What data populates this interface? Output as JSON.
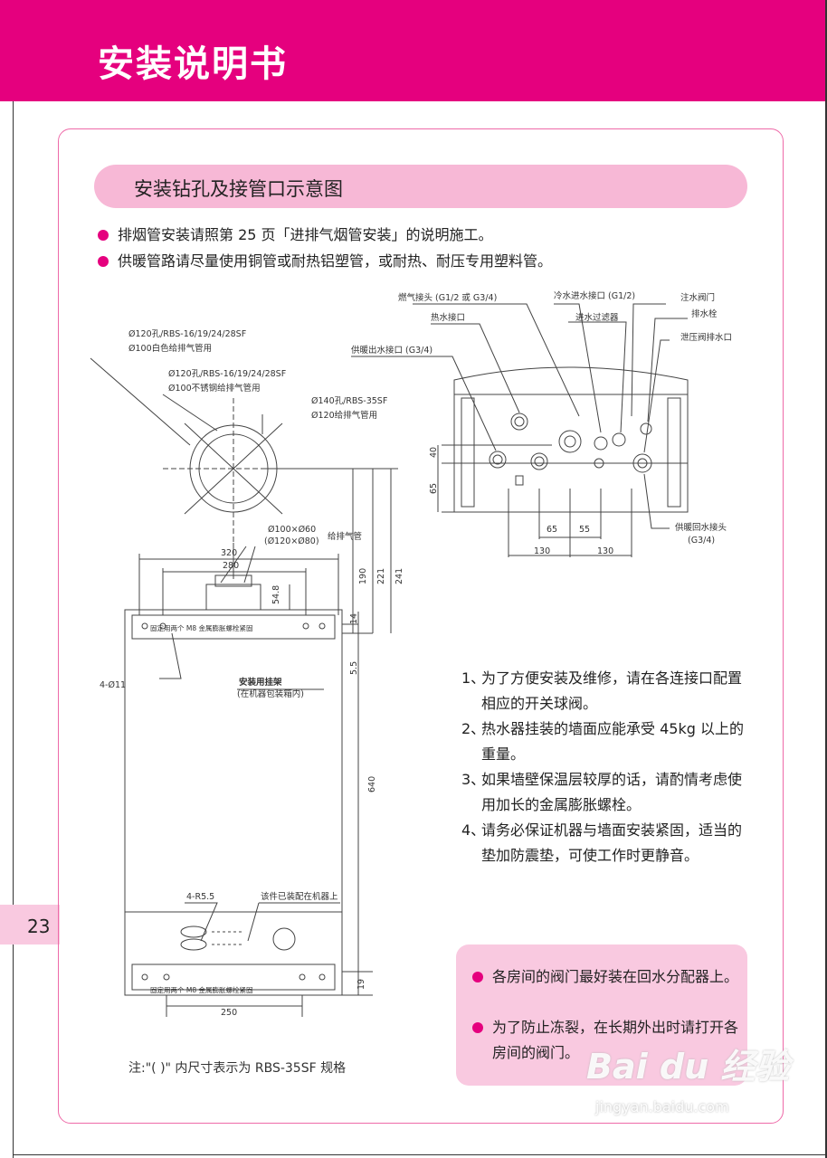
{
  "header": {
    "title": "安装说明书"
  },
  "page_number": "23",
  "section": {
    "title": "安装钻孔及接管口示意图"
  },
  "bullets": [
    "排烟管安装请照第 25 页「进排气烟管安装」的说明施工。",
    "供暖管路请尽量使用铜管或耐热铝塑管，或耐热、耐压专用塑料管。"
  ],
  "front_view": {
    "hole_a1": "Ø120孔/RBS-16/19/24/28SF",
    "hole_a2": "Ø100白色给排气管用",
    "hole_b1": "Ø120孔/RBS-16/19/24/28SF",
    "hole_b2": "Ø100不锈钢给排气管用",
    "hole_c1": "Ø140孔/RBS-35SF",
    "hole_c2": "Ø120给排气管用",
    "flue_size1": "Ø100×Ø60",
    "flue_size2": "(Ø120×Ø80)",
    "flue_label": "给排气管",
    "dim_320": "320",
    "dim_280": "280",
    "dim_54_8": "54.8",
    "dim_190": "190",
    "dim_221": "221",
    "dim_241": "241",
    "dim_14": "14",
    "dim_5_5": "5.5",
    "dim_640": "640",
    "dim_19": "19",
    "dim_250": "250",
    "top_bar_text": "固定用两个 M8 金属膨胀螺栓紧固",
    "bottom_bar_text": "固定用两个 M8 金属膨胀螺栓紧固",
    "hole_4_11": "4-Ø11",
    "hanger1": "安装用挂架",
    "hanger2": "(在机器包装箱内)",
    "hole_4_r55": "4-R5.5",
    "accessory": "该件已装配在机器上"
  },
  "bottom_view": {
    "gas_inlet": "燃气接头 (G1/2 或 G3/4)",
    "cold_water_inlet": "冷水进水接口 (G1/2)",
    "fill_valve": "注水阀门",
    "hot_water_outlet": "热水接口",
    "inlet_filter": "进水过滤器",
    "drain_plug": "排水栓",
    "heating_outlet": "供暖出水接口 (G3/4)",
    "relief_valve": "泄压阀排水口",
    "heating_return1": "供暖回水接头",
    "heating_return2": "(G3/4)",
    "dim_40": "40",
    "dim_65v": "65",
    "dim_65": "65",
    "dim_55": "55",
    "dim_130a": "130",
    "dim_130b": "130"
  },
  "notes": [
    {
      "num": "1、",
      "text": "为了方便安装及维修，请在各连接口配置相应的开关球阀。"
    },
    {
      "num": "2、",
      "text": "热水器挂装的墙面应能承受 45kg 以上的重量。"
    },
    {
      "num": "3、",
      "text": "如果墙壁保温层较厚的话，请酌情考虑使用加长的金属膨胀螺栓。"
    },
    {
      "num": "4、",
      "text": "请务必保证机器与墙面安装紧固，适当的垫加防震垫，可使工作时更静音。"
    }
  ],
  "tips": [
    "各房间的阀门最好装在回水分配器上。",
    "为了防止冻裂，在长期外出时请打开各房间的阀门。"
  ],
  "footnote": "注:\"( )\" 内尺寸表示为 RBS-35SF 规格",
  "watermark": {
    "logo": "Bai du 经验",
    "url": "jingyan.baidu.com"
  },
  "colors": {
    "brand": "#e5007e",
    "pill": "#f7b8d6",
    "tip_bg": "#f9c9e0",
    "frame": "#ee6aa8"
  }
}
